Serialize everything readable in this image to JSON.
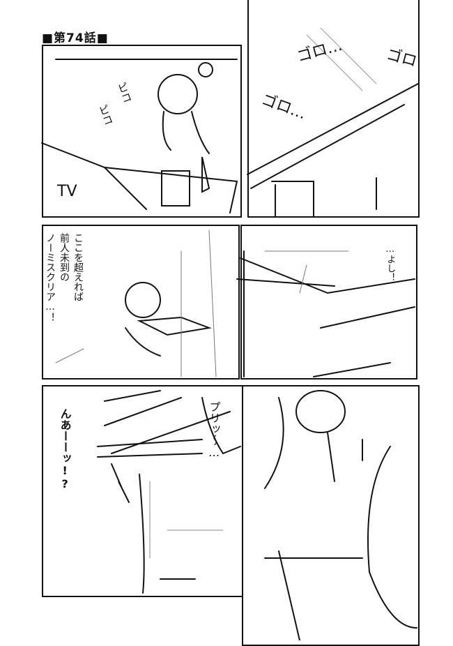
{
  "chapter_title": "■第74話■",
  "panels": [
    {
      "sfx_1": "ピコ",
      "sfx_2": "ピコ",
      "label_tv": "TV"
    },
    {
      "sfx_1": "ゴロ",
      "sfx_2": "ゴロ…",
      "sfx_3": "ゴロ…"
    },
    {
      "dialogue": "ここを超えれば\n前人未到の\nノーミスクリア…！"
    },
    {
      "dialogue": "…よし！"
    },
    {
      "dialogue": "んあーーッ!?"
    },
    {
      "sfx_1": "プリッ〜…"
    }
  ]
}
